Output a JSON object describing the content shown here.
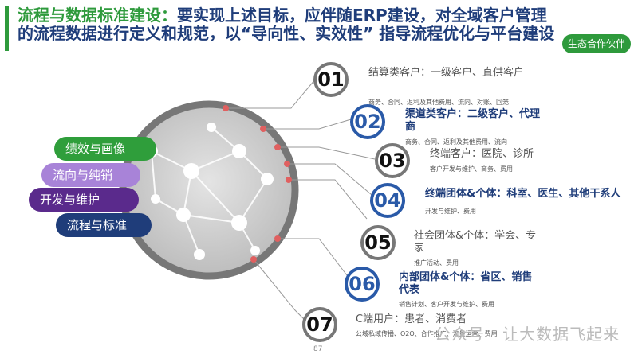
{
  "title": {
    "prefix": "流程与数据标准建设：",
    "text": "要实现上述目标，应伴随ERP建设，对全域客户管理的流程数据进行定义和规范，以“导向性、实效性” 指导流程优化与平台建设"
  },
  "badge": "生态合作伙伴",
  "pills": [
    "绩效与画像",
    "流向与纯销",
    "开发与维护",
    "流程与标准"
  ],
  "items": [
    {
      "num": "01",
      "label": "结算类客户：一级客户、直供客户",
      "sub": "商务、合同、返利及其他费用、流向、对账、回笼"
    },
    {
      "num": "02",
      "label": "渠道类客户：二级客户、代理商",
      "sub": "商务、合同、返利及其他费用、流向"
    },
    {
      "num": "03",
      "label": "终端客户：医院、诊所",
      "sub": "客户开发与维护、商务、费用"
    },
    {
      "num": "04",
      "label": "终端团体&个体：科室、医生、其他干系人",
      "sub": "开发与维护、费用"
    },
    {
      "num": "05",
      "label": "社会团体&个体：学会、专家",
      "sub": "推广活动、费用"
    },
    {
      "num": "06",
      "label": "内部团体&个体：省区、销售代表",
      "sub": "销售计划、客户开发与维护、费用"
    },
    {
      "num": "07",
      "label": "C端用户：患者、消费者",
      "sub": "公域私域传播、O2O、合作推广、流量运营、费用"
    }
  ],
  "page_number": "87",
  "watermark": "公众号 · 让大数据飞起来"
}
